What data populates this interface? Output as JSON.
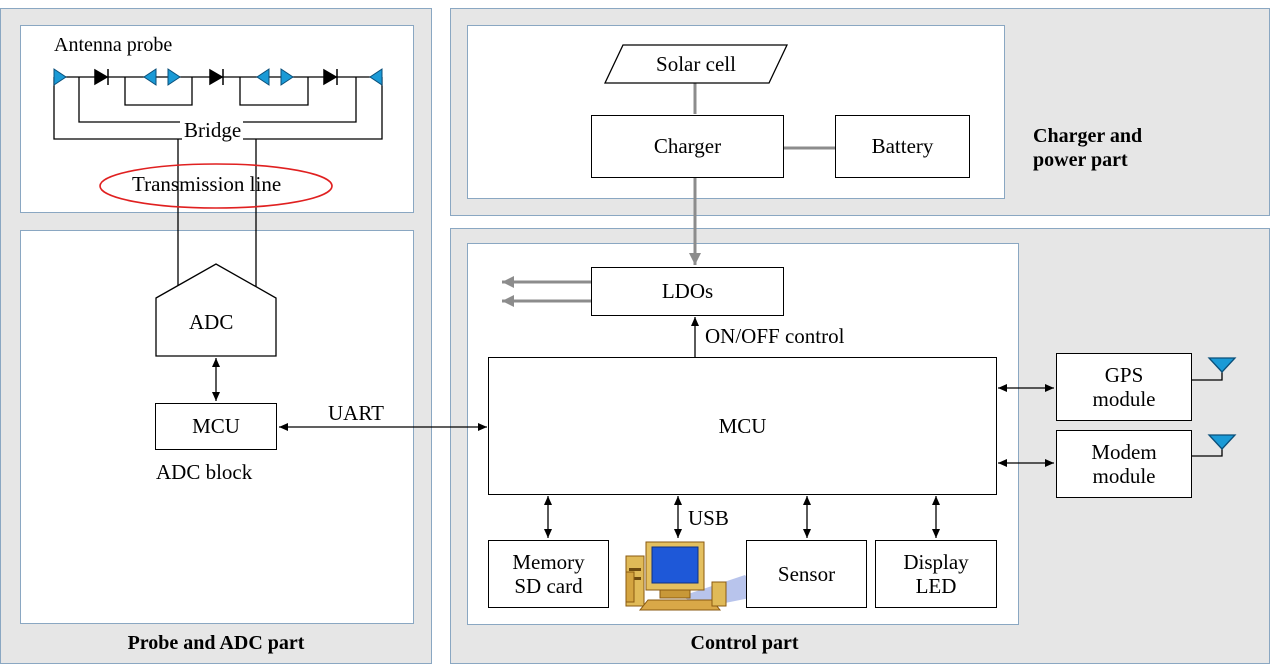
{
  "probe_part": {
    "title": "Probe and ADC part",
    "antenna_label": "Antenna probe",
    "bridge_label": "Bridge",
    "transmission_label": "Transmission line",
    "adc_label": "ADC",
    "mcu_label": "MCU",
    "adc_block_label": "ADC block"
  },
  "uart_label": "UART",
  "charger_part": {
    "title": "Charger and\npower part",
    "solar_label": "Solar cell",
    "charger_label": "Charger",
    "battery_label": "Battery"
  },
  "control_part": {
    "title": "Control part",
    "ldos_label": "LDOs",
    "onoff_label": "ON/OFF control",
    "mcu_label": "MCU",
    "usb_label": "USB",
    "memory_label": "Memory\nSD card",
    "sensor_label": "Sensor",
    "display_label": "Display\nLED",
    "gps_label": "GPS\nmodule",
    "modem_label": "Modem\nmodule"
  },
  "colors": {
    "panel_bg": "#e6e6e6",
    "panel_border": "#8aa7c2",
    "antenna": "#1a9ad6",
    "power_arrow": "#8c8c8c",
    "highlight_ellipse": "#e02020"
  }
}
